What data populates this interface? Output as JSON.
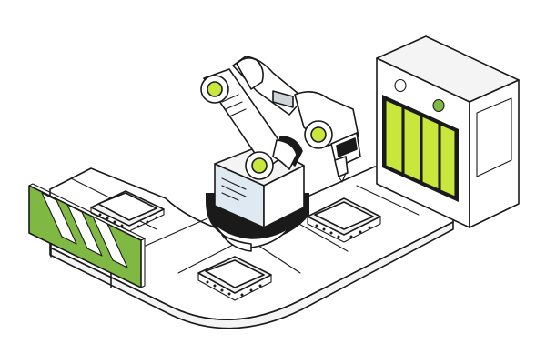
{
  "colors": {
    "accent": "#c8e63c",
    "barrier_green": "#7fb843",
    "outline": "#1a1a1a",
    "panel_blue": "#dfe9f1",
    "light_gray": "#eeeeee",
    "mid_gray": "#cfd4d8",
    "white": "#ffffff"
  },
  "scene": {
    "robot_arm": {
      "joint_count": 3
    },
    "conveyor": {
      "chip_count": 3
    },
    "machine": {
      "door_panel_count": 4,
      "indicator_count": 2
    },
    "barrier": {
      "stripe_count": 3
    }
  }
}
